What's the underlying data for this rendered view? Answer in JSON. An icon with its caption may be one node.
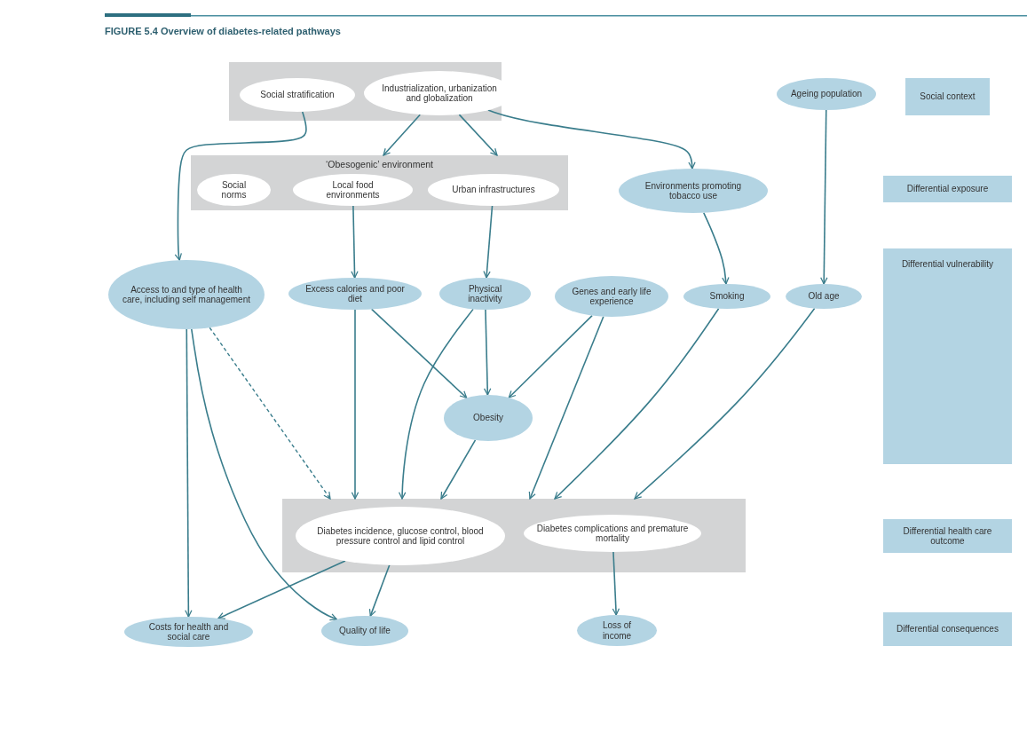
{
  "diagram": {
    "title": "FIGURE 5.4 Overview of diabetes-related pathways",
    "nodes": [
      {
        "text": [],
        "shape": "box"
      },
      {
        "text": [
          "Social stratification"
        ],
        "in": 0
      },
      {
        "text": [
          "Industrialization, urbanization and globalization"
        ],
        "in": 0
      },
      {
        "text": [
          "Ageing population"
        ]
      },
      {
        "text": [
          "‘Obesogenic’ environment"
        ]
      },
      {
        "text": [
          "Social norms"
        ],
        "in": 4
      },
      {
        "text": [
          "Local food environments"
        ],
        "in": 4
      },
      {
        "text": [
          "Urban infrastructures"
        ],
        "in": 4
      },
      {
        "text": [
          "Environments promoting tobacco use"
        ]
      },
      {
        "text": [
          "Access to and type of health care, including self management"
        ]
      },
      {
        "text": [
          "Excess calories and poor diet"
        ]
      },
      {
        "text": [
          "Physical inactivity"
        ]
      },
      {
        "text": [
          "Genes and early life experience"
        ]
      },
      {
        "text": [
          "Smoking"
        ]
      },
      {
        "text": [
          "Old age"
        ]
      },
      {
        "text": [
          "Obesity"
        ]
      },
      {
        "text": [],
        "shape": "box"
      },
      {
        "text": [
          "Diabetes incidence, glucose control, blood pressure control and lipid control"
        ],
        "in": 16
      },
      {
        "text": [
          "Diabetes complications and premature mortality"
        ],
        "in": 16
      },
      {
        "text": [
          "Costs for health and social care"
        ]
      },
      {
        "text": [
          "Quality of life"
        ]
      },
      {
        "text": [
          "Loss of income"
        ]
      },
      {
        "text": [
          "Social context"
        ]
      },
      {
        "text": [
          "Differential exposure"
        ]
      },
      {
        "text": [
          "Differential vulnerability"
        ]
      },
      {
        "text": [
          "Differential health care outcome"
        ]
      },
      {
        "text": [
          "Differential consequences"
        ]
      }
    ],
    "edges": [
      {
        "from": 1,
        "to": 9,
        "arrow": "to"
      },
      {
        "from": 2,
        "to": 4,
        "arrow": "to"
      },
      {
        "from": 2,
        "to": 4,
        "arrow": "to"
      },
      {
        "from": 2,
        "to": 8,
        "arrow": "to"
      },
      {
        "from": 3,
        "to": 14,
        "arrow": "to"
      },
      {
        "from": 6,
        "to": 10,
        "arrow": "to"
      },
      {
        "from": 7,
        "to": 11,
        "arrow": "to"
      },
      {
        "from": 8,
        "to": 13,
        "arrow": "to"
      },
      {
        "from": 9,
        "to": 19,
        "arrow": "to"
      },
      {
        "from": 9,
        "to": 20,
        "arrow": "to"
      },
      {
        "from": 9,
        "to": 16,
        "arrow": "to",
        "style": "dashed"
      },
      {
        "from": 10,
        "to": 16,
        "arrow": "to"
      },
      {
        "from": 10,
        "to": 15,
        "arrow": "to"
      },
      {
        "from": 11,
        "to": 15,
        "arrow": "to"
      },
      {
        "from": 11,
        "to": 16,
        "arrow": "to"
      },
      {
        "from": 12,
        "to": 15,
        "arrow": "to"
      },
      {
        "from": 12,
        "to": 16,
        "arrow": "to"
      },
      {
        "from": 15,
        "to": 16,
        "arrow": "to"
      },
      {
        "from": 13,
        "to": 16,
        "arrow": "to"
      },
      {
        "from": 14,
        "to": 16,
        "arrow": "to"
      },
      {
        "from": 17,
        "to": 19,
        "arrow": "to"
      },
      {
        "from": 17,
        "to": 20,
        "arrow": "to"
      },
      {
        "from": 18,
        "to": 21,
        "arrow": "to"
      }
    ]
  }
}
